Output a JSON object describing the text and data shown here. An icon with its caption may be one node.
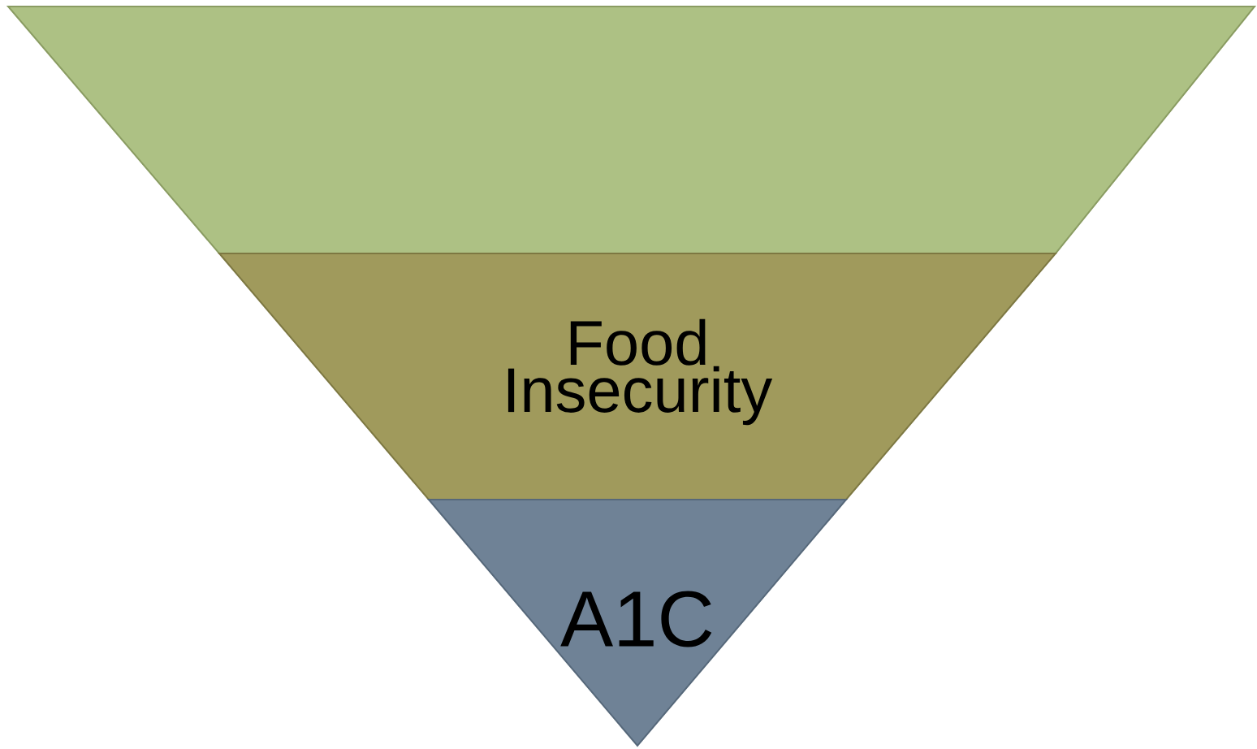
{
  "diagram": {
    "nodes": [
      {
        "text": [],
        "shape": "band"
      },
      {
        "text": [
          "Food Insecurity"
        ]
      },
      {
        "text": [
          "A1C"
        ]
      }
    ]
  }
}
